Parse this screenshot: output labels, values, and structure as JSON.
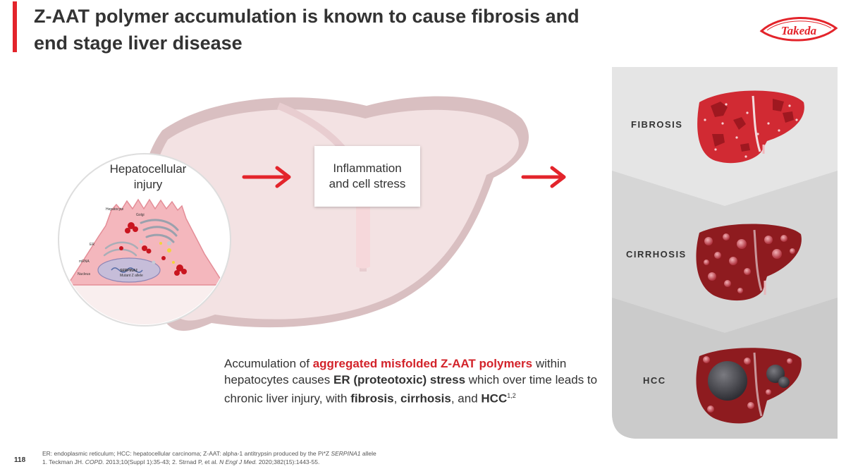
{
  "title": "Z-AAT polymer accumulation is known to cause fibrosis and end stage liver disease",
  "logo": {
    "text": "Takeda",
    "color": "#e3242b"
  },
  "circle": {
    "label": "Hepatocellular\ninjury",
    "cell_labels": {
      "hepatocyte": "Hepatocyte",
      "golgi": "Golgi",
      "er": "ER",
      "mrna": "mRNA",
      "nucleus": "Nucleus",
      "gene": "SERPINA1",
      "gene_sub": "Mutant Z allele"
    }
  },
  "box": {
    "label": "Inflammation\nand cell stress"
  },
  "stages": [
    "FIBROSIS",
    "CIRRHOSIS",
    "HCC"
  ],
  "body": {
    "p1": "Accumulation of ",
    "red": "aggregated misfolded Z-AAT polymers",
    "p2": " within hepatocytes causes ",
    "b1": "ER (proteotoxic) stress",
    "p3": " which over time leads to chronic liver injury, with ",
    "b2": "fibrosis",
    "p4": ", ",
    "b3": "cirrhosis",
    "p5": ", and ",
    "b4": "HCC",
    "sup": "1,2"
  },
  "footnote": {
    "line1a": "ER: endoplasmic reticulum; HCC: hepatocellular carcinoma; Z-AAT: alpha-1 antitrypsin produced by the Pi*Z ",
    "line1b": "SERPINA1",
    "line1c": " allele",
    "line2a": "1. Teckman JH. ",
    "line2b": "COPD.",
    "line2c": " 2013;10(Suppl 1):35-43; 2. Strnad P, et al. ",
    "line2d": "N Engl J Med.",
    "line2e": " 2020;382(15):1443-55."
  },
  "page_number": "118",
  "colors": {
    "accent": "#e3242b",
    "liver_fill": "#f3e2e3",
    "panel": "#e4e4e4",
    "dark_red": "#8e1b1f"
  }
}
